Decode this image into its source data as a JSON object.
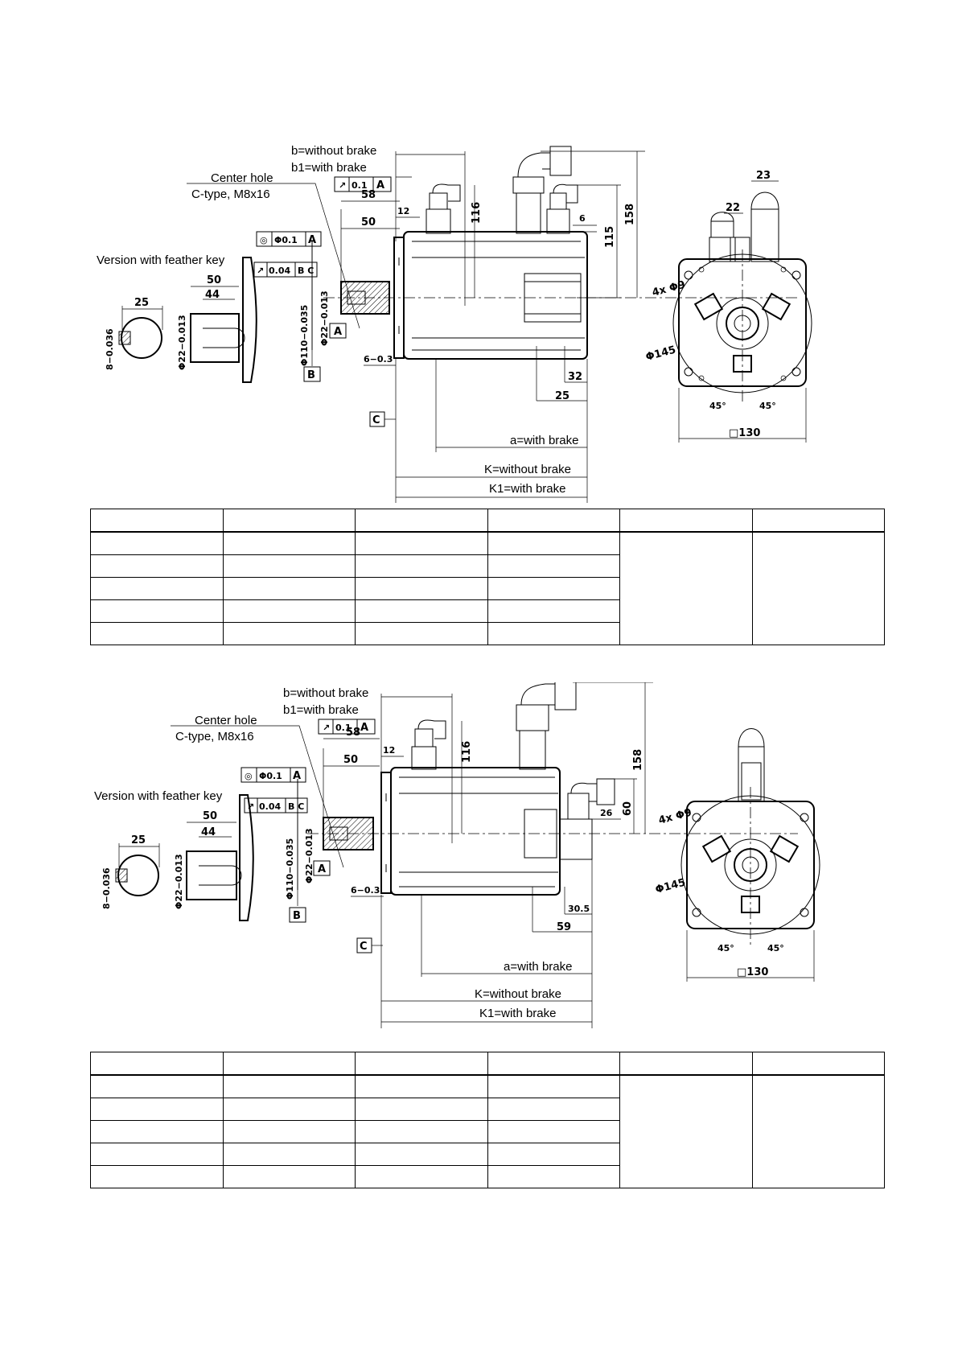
{
  "drawings": [
    {
      "labels": {
        "b_without": "b=without brake",
        "b1_with": "b1=with brake",
        "center_hole_1": "Center hole",
        "center_hole_2": "C-type, M8x16",
        "feather_key": "Version with feather key",
        "a_with": "a=with brake",
        "k_without": "K=without brake",
        "k1_with": "K1=with brake"
      },
      "dims": {
        "d58": "58",
        "d50": "50",
        "d12": "12",
        "d116": "116",
        "d158": "158",
        "d115": "115",
        "d6": "6",
        "d23": "23",
        "d22": "22",
        "d4x9": "4x Φ9",
        "d145": "Φ145",
        "d45a": "45°",
        "d45b": "45°",
        "d130": "□130",
        "d32": "32",
        "d25": "25",
        "d6_03": "6−0.3",
        "key_50": "50",
        "key_44": "44",
        "key_25": "25",
        "key_8": "8−0.036",
        "key_22": "Φ22−0.013",
        "shaft_110": "Φ110−0.035",
        "shaft_22": "Φ22−0.013",
        "tol_01": "0.1",
        "tol_01_conc": "Φ0.1",
        "tol_004": "0.04",
        "datum_a": "A",
        "datum_b": "B",
        "datum_c": "C",
        "ref_bc": "B C"
      }
    },
    {
      "labels": {
        "b_without": "b=without brake",
        "b1_with": "b1=with brake",
        "center_hole_1": "Center hole",
        "center_hole_2": "C-type, M8x16",
        "feather_key": "Version with feather key",
        "a_with": "a=with brake",
        "k_without": "K=without brake",
        "k1_with": "K1=with brake"
      },
      "dims": {
        "d58": "58",
        "d50": "50",
        "d12": "12",
        "d116": "116",
        "d158": "158",
        "d60": "60",
        "d26": "26",
        "d4x9": "4x Φ9",
        "d145": "Φ145",
        "d45a": "45°",
        "d45b": "45°",
        "d130": "□130",
        "d30_5": "30.5",
        "d59": "59",
        "d6_03": "6−0.3",
        "key_50": "50",
        "key_44": "44",
        "key_25": "25",
        "key_8": "8−0.036",
        "key_22": "Φ22−0.013",
        "shaft_110": "Φ110−0.035",
        "shaft_22": "Φ22−0.013",
        "tol_01": "0.1",
        "tol_01_conc": "Φ0.1",
        "tol_004": "0.04",
        "datum_a": "A",
        "datum_b": "B",
        "datum_c": "C",
        "ref_bc": "B C"
      }
    }
  ]
}
